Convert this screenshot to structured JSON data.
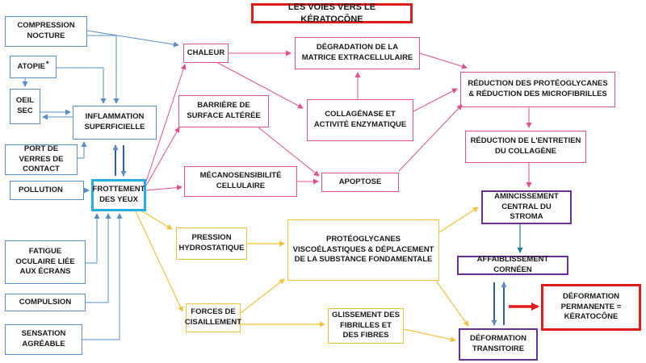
{
  "title": "LES VOIES VERS LE KÉRATOCÔNE",
  "nodes": {
    "compression": "COMPRESSION NOCTURE",
    "atopie": "ATOPIE",
    "atopie_mark": "*",
    "oeil_sec": "OEIL SEC",
    "port_verres": "PORT DE VERRES DE CONTACT",
    "pollution": "POLLUTION",
    "inflammation": "INFLAMMATION SUPERFICIELLE",
    "frottement": "FROTTEMENT DES YEUX",
    "fatigue": "FATIGUE OCULAIRE LIÉE AUX ÉCRANS",
    "compulsion": "COMPULSION",
    "sensation": "SENSATION AGRÉABLE",
    "chaleur": "CHALEUR",
    "barriere": "BARRIÈRE DE SURFACE ALTÉRÉE",
    "mecano": "MÉCANOSENSIBILITÉ CELLULAIRE",
    "pression": "PRESSION HYDROSTATIQUE",
    "forces": "FORCES DE CISAILLEMENT",
    "degradation": "DÉGRADATION DE LA MATRICE EXTRACELLULAIRE",
    "collagenase": "COLLAGÉNASE ET ACTIVITÉ ENZYMATIQUE",
    "apoptose": "APOPTOSE",
    "proteoglycanes_visco": "PROTÉOGLYCANES VISCOÉLASTIQUES & DÉPLACEMENT DE LA SUBSTANCE FONDAMENTALE",
    "glissement": "GLISSEMENT DES FIBRILLES ET DES FIBRES",
    "reduction_proteo": "RÉDUCTION DES PROTÉOGLYCANES & RÉDUCTION DES MICROFIBRILLES",
    "reduction_entretien": "RÉDUCTION DE L'ENTRETIEN DU COLLAGÈNE",
    "amincissement": "AMINCISSEMENT CENTRAL DU STROMA",
    "affaiblissement": "AFFAIBLISSEMENT CORNÉEN",
    "deformation_transitoire": "DÉFORMATION TRANSITOIRE",
    "deformation_permanente": "DÉFORMATION PERMANENTE = KÉRATOCÔNE"
  },
  "colors": {
    "blue": "#5b8ec8",
    "pink": "#e0508f",
    "yellow": "#f2c23b",
    "purple": "#6a2f9c",
    "cyan": "#22aee6",
    "red": "#e01b1b",
    "teal": "#1f78a8"
  }
}
